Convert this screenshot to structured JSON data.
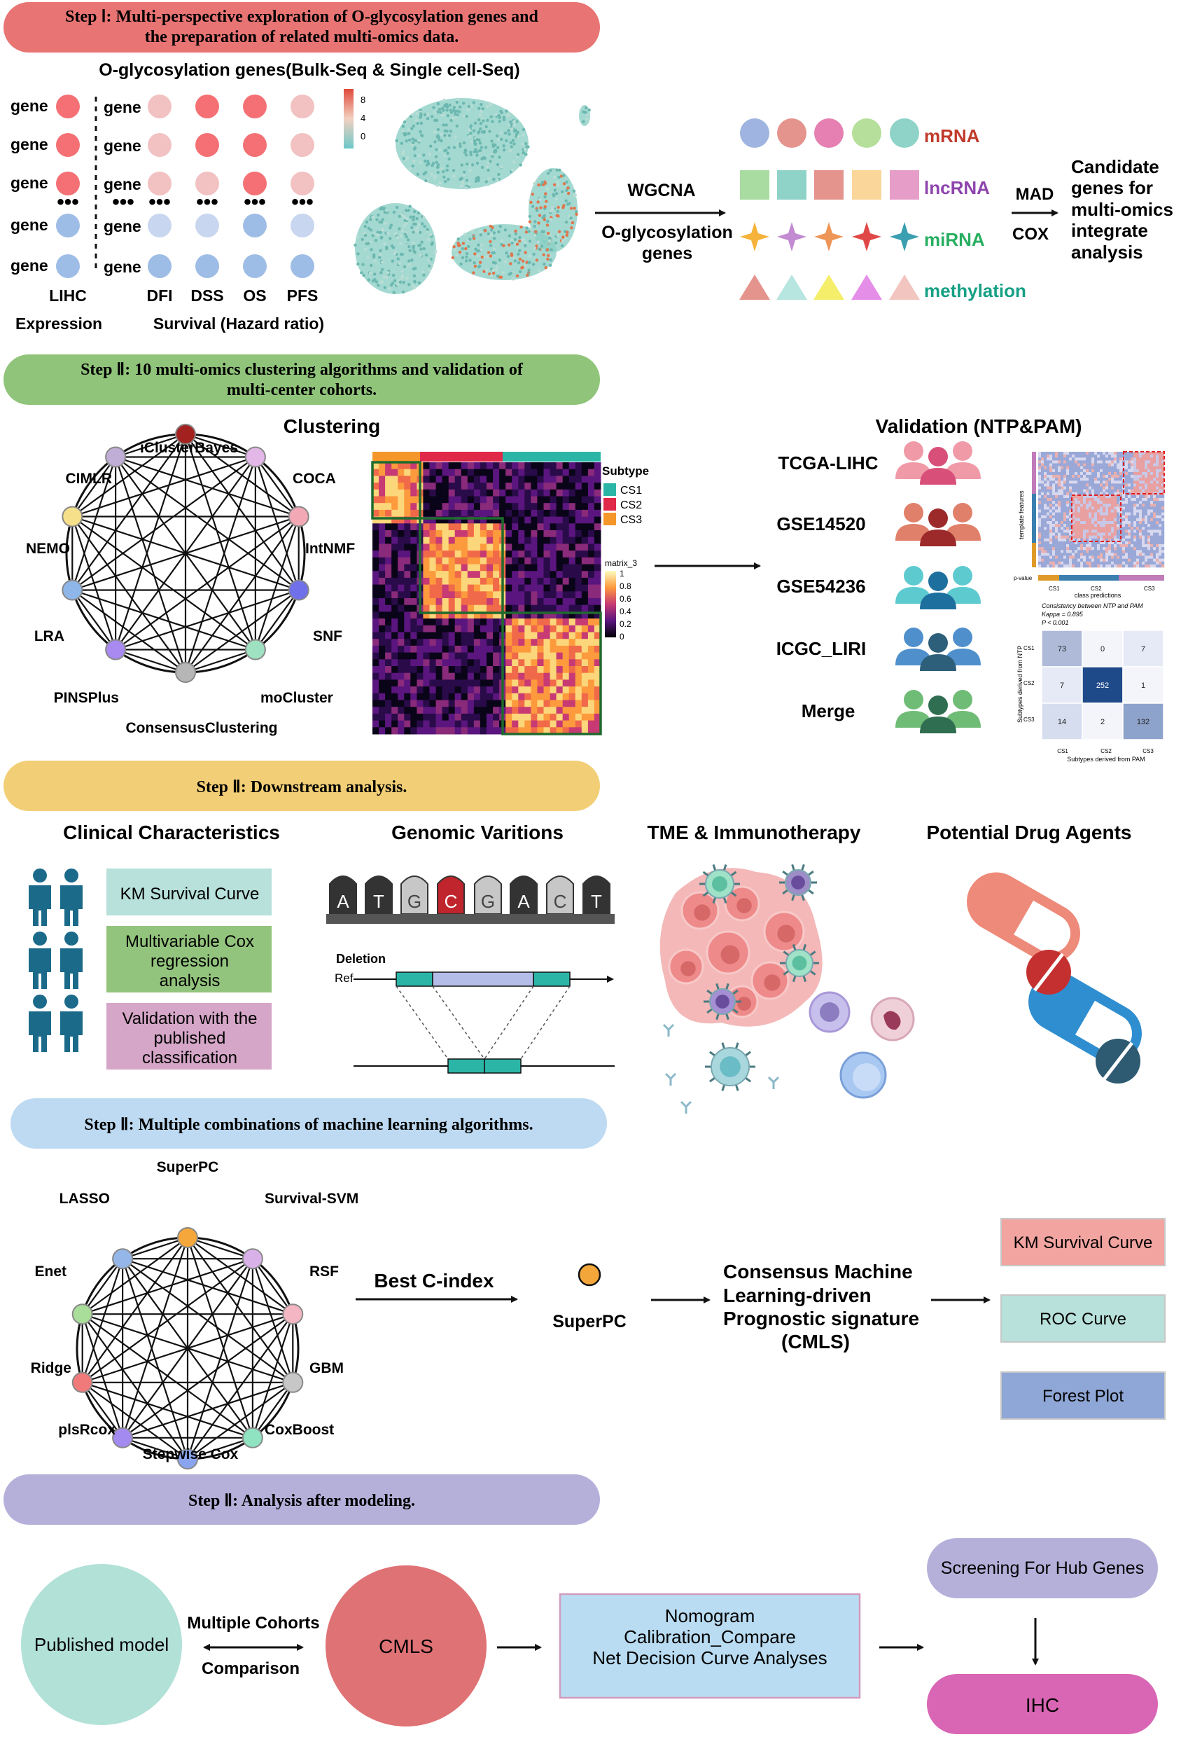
{
  "step1": {
    "banner": [
      "Step Ⅰ: Multi-perspective exploration of O-glycosylation genes and",
      "the preparation of related multi-omics data."
    ],
    "subtitle": "O-glycosylation genes(Bulk-Seq & Single cell-Seq)",
    "gene_label": "gene",
    "columns": [
      "LIHC",
      "DFI",
      "DSS",
      "OS",
      "PFS"
    ],
    "bottom_left": "Expression",
    "bottom_right": "Survival (Hazard ratio)",
    "scale_ticks": [
      "8",
      "4",
      "0"
    ],
    "wgcna": "WGCNA",
    "oglyco": [
      "O-glycosylation",
      "genes"
    ],
    "omics": [
      "mRNA",
      "lncRNA",
      "miRNA",
      "methylation"
    ],
    "mad": "MAD",
    "cox": "COX",
    "candidate": [
      "Candidate",
      "genes for",
      "multi-omics",
      "integrate",
      "analysis"
    ],
    "colors": {
      "mRNA": "#c0392b",
      "lncRNA": "#8e44ad",
      "miRNA": "#27ae60",
      "methylation": "#16a085"
    }
  },
  "step2": {
    "banner": [
      "Step Ⅱ: 10 multi-omics clustering algorithms and validation of",
      "multi-center cohorts."
    ],
    "clustering_title": "Clustering",
    "algorithms": [
      "iClusterBayes",
      "COCA",
      "IntNMF",
      "SNF",
      "moCluster",
      "ConsensusClustering",
      "PINSPlus",
      "LRA",
      "NEMO",
      "CIMLR"
    ],
    "subtype_title": "Subtype",
    "subtypes": [
      "CS1",
      "CS2",
      "CS3"
    ],
    "matrix_title": "matrix_3",
    "matrix_ticks": [
      "1",
      "0.8",
      "0.6",
      "0.4",
      "0.2",
      "0"
    ],
    "validation_title": "Validation (NTP&PAM)",
    "cohorts": [
      "TCGA-LIHC",
      "GSE14520",
      "GSE54236",
      "ICGC_LIRI",
      "Merge"
    ],
    "ntp": {
      "ylabel": "template features",
      "xlabel": "class predictions",
      "pvalue": "p-value",
      "classes": [
        "CS1",
        "CS2",
        "CS3"
      ],
      "consistency": "Consistency between NTP and PAM",
      "kappa": "Kappa = 0.895",
      "p": "P < 0.001",
      "conf_ylabel": "Subtypes derived from NTP",
      "conf_xlabel": "Subtypes derived from PAM",
      "matrix": [
        [
          "73",
          "0",
          "7"
        ],
        [
          "7",
          "252",
          "1"
        ],
        [
          "14",
          "2",
          "132"
        ]
      ]
    }
  },
  "step3": {
    "banner": "Step Ⅱ: Downstream analysis.",
    "sections": [
      "Clinical Characteristics",
      "Genomic Varitions",
      "TME & Immunotherapy",
      "Potential Drug Agents"
    ],
    "clinical_boxes": [
      [
        "KM Survival Curve"
      ],
      [
        "Multivariable Cox",
        "regression",
        "analysis"
      ],
      [
        "Validation with the",
        "published",
        "classification"
      ]
    ],
    "bases": [
      "A",
      "T",
      "G",
      "C",
      "G",
      "A",
      "C",
      "T"
    ],
    "deletion": "Deletion",
    "ref": "Ref"
  },
  "step4": {
    "banner": "Step Ⅱ: Multiple combinations of machine learning algorithms.",
    "algorithms": [
      "SuperPC",
      "Survival-SVM",
      "RSF",
      "GBM",
      "CoxBoost",
      "Stepwise Cox",
      "plsRcox",
      "Ridge",
      "Enet",
      "LASSO"
    ],
    "best": "Best C-index",
    "superpc": "SuperPC",
    "cmls": [
      "Consensus Machine",
      "Learning-driven",
      "Prognostic signature",
      "(CMLS)"
    ],
    "outputs": [
      "KM Survival Curve",
      "ROC Curve",
      "Forest Plot"
    ]
  },
  "step5": {
    "banner": "Step Ⅱ: Analysis after modeling.",
    "published": "Published model",
    "multiple": "Multiple Cohorts",
    "comparison": "Comparison",
    "cmls": "CMLS",
    "nomogram": [
      "Nomogram",
      "Calibration_Compare",
      "Net Decision Curve Analyses"
    ],
    "screening": "Screening For Hub Genes",
    "ihc": "IHC"
  }
}
